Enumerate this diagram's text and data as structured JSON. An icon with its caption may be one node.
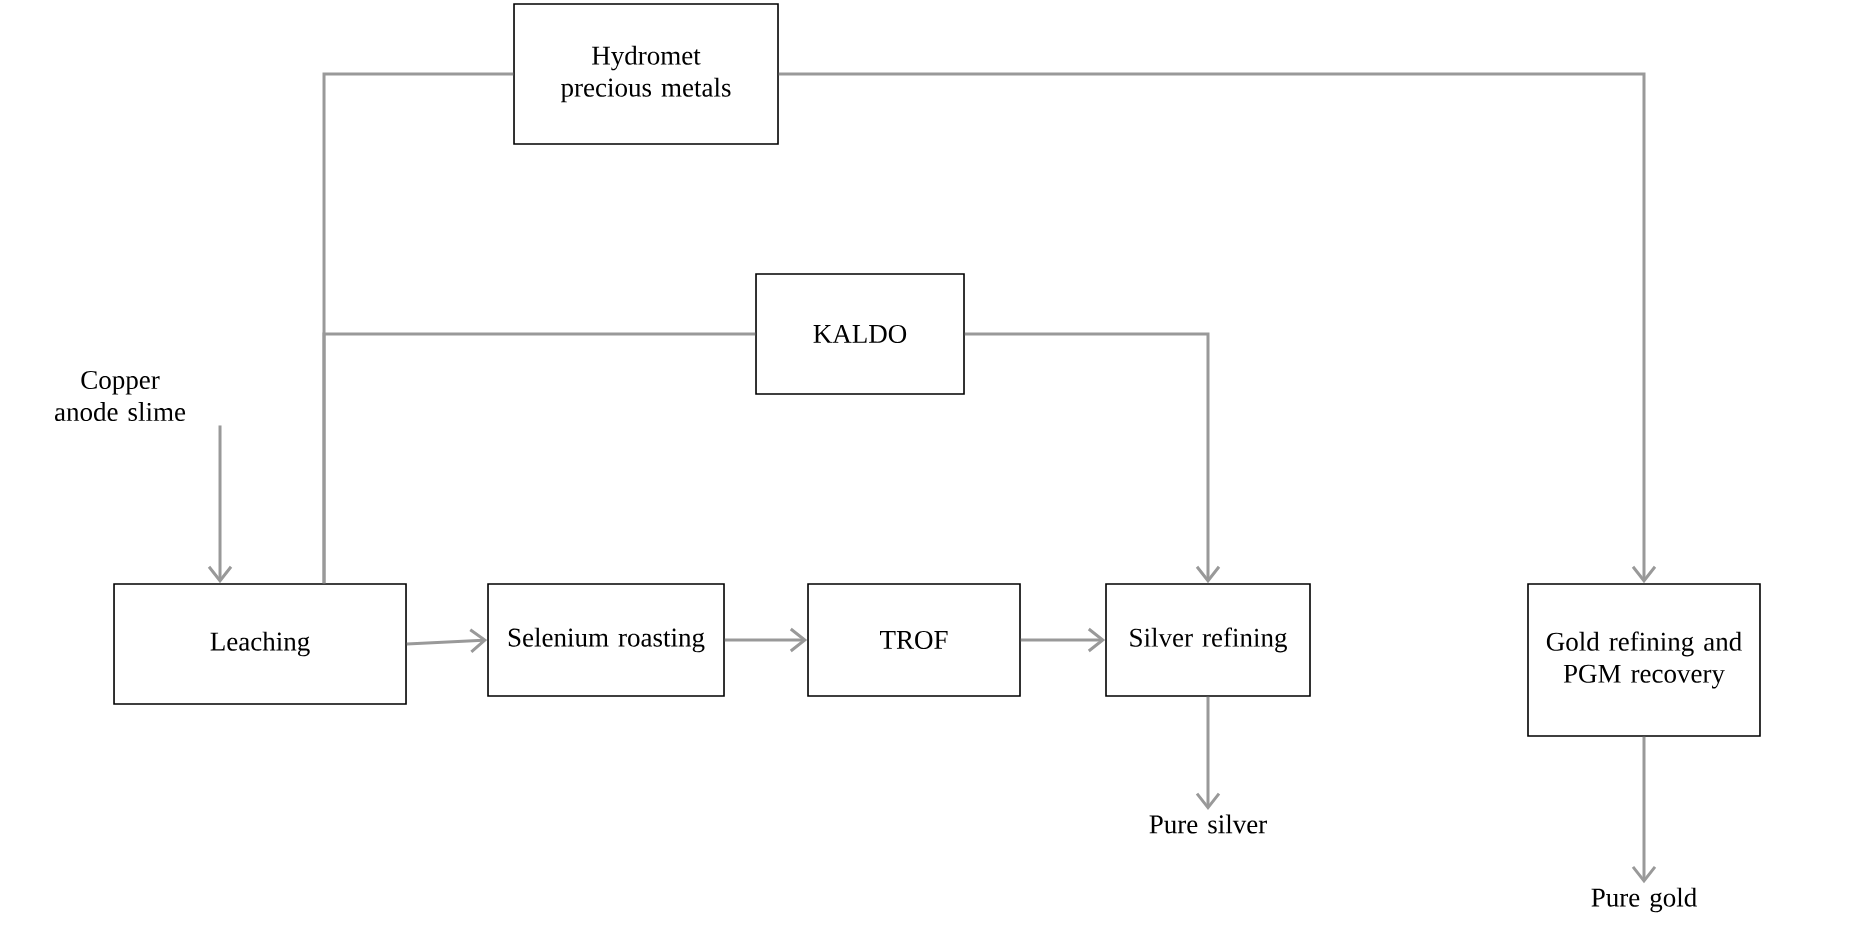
{
  "diagram": {
    "nodes": [
      {
        "text": [
          "Hydromet precious metals"
        ]
      },
      {
        "text": [
          "Copper anode slime"
        ]
      },
      {
        "text": [
          "KALDO"
        ]
      },
      {
        "text": [
          "Leaching"
        ]
      },
      {
        "text": [
          "Selenium roasting"
        ]
      },
      {
        "text": [
          "TROF"
        ]
      },
      {
        "text": [
          "Silver refining"
        ]
      },
      {
        "text": [
          "Gold refining and PGM recovery"
        ]
      },
      {
        "text": [
          "Pure silver"
        ]
      },
      {
        "text": [
          "Pure gold"
        ]
      }
    ],
    "edges": [
      {
        "from": 1,
        "to": 3,
        "arrow": "to"
      },
      {
        "from": 3,
        "to": 0,
        "arrow": "none"
      },
      {
        "from": 3,
        "to": 2,
        "arrow": "none"
      },
      {
        "from": 0,
        "to": 7,
        "arrow": "to"
      },
      {
        "from": 2,
        "to": 6,
        "arrow": "to"
      },
      {
        "from": 3,
        "to": 4,
        "arrow": "to"
      },
      {
        "from": 4,
        "to": 5,
        "arrow": "to"
      },
      {
        "from": 5,
        "to": 6,
        "arrow": "to"
      },
      {
        "from": 6,
        "to": 8,
        "arrow": "to"
      },
      {
        "from": 7,
        "to": 9,
        "arrow": "to"
      }
    ]
  }
}
